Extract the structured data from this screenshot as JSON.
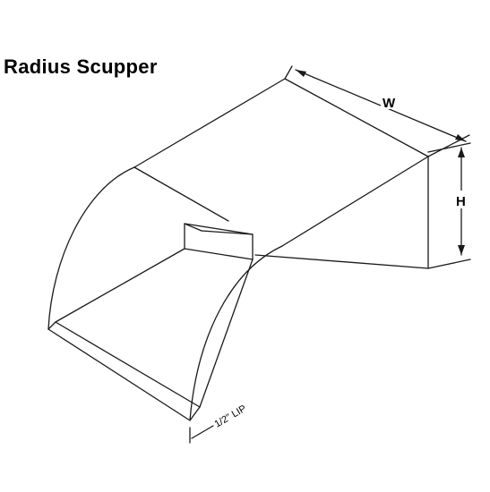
{
  "diagram": {
    "title": "Radius Scupper",
    "labels": {
      "width": "W",
      "height": "H",
      "lip": "1/2\" LIP"
    }
  }
}
